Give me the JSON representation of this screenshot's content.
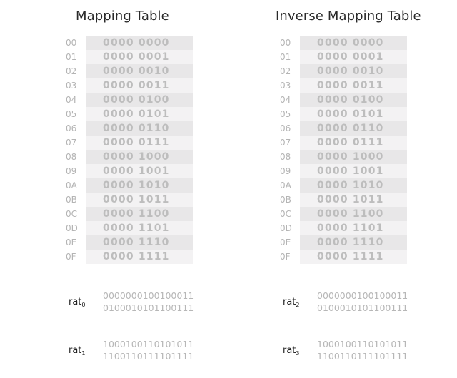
{
  "left": {
    "title": "Mapping Table",
    "rows": [
      {
        "idx": "00",
        "val": "0000 0000"
      },
      {
        "idx": "01",
        "val": "0000 0001"
      },
      {
        "idx": "02",
        "val": "0000 0010"
      },
      {
        "idx": "03",
        "val": "0000 0011"
      },
      {
        "idx": "04",
        "val": "0000 0100"
      },
      {
        "idx": "05",
        "val": "0000 0101"
      },
      {
        "idx": "06",
        "val": "0000 0110"
      },
      {
        "idx": "07",
        "val": "0000 0111"
      },
      {
        "idx": "08",
        "val": "0000 1000"
      },
      {
        "idx": "09",
        "val": "0000 1001"
      },
      {
        "idx": "0A",
        "val": "0000 1010"
      },
      {
        "idx": "0B",
        "val": "0000 1011"
      },
      {
        "idx": "0C",
        "val": "0000 1100"
      },
      {
        "idx": "0D",
        "val": "0000 1101"
      },
      {
        "idx": "0E",
        "val": "0000 1110"
      },
      {
        "idx": "0F",
        "val": "0000 1111"
      }
    ],
    "rats": [
      {
        "name": "rat",
        "sub": "0",
        "lines": [
          "0000000100100011",
          "0100010101100111"
        ]
      },
      {
        "name": "rat",
        "sub": "1",
        "lines": [
          "1000100110101011",
          "1100110111101111"
        ]
      }
    ]
  },
  "right": {
    "title": "Inverse Mapping Table",
    "rows": [
      {
        "idx": "00",
        "val": "0000 0000"
      },
      {
        "idx": "01",
        "val": "0000 0001"
      },
      {
        "idx": "02",
        "val": "0000 0010"
      },
      {
        "idx": "03",
        "val": "0000 0011"
      },
      {
        "idx": "04",
        "val": "0000 0100"
      },
      {
        "idx": "05",
        "val": "0000 0101"
      },
      {
        "idx": "06",
        "val": "0000 0110"
      },
      {
        "idx": "07",
        "val": "0000 0111"
      },
      {
        "idx": "08",
        "val": "0000 1000"
      },
      {
        "idx": "09",
        "val": "0000 1001"
      },
      {
        "idx": "0A",
        "val": "0000 1010"
      },
      {
        "idx": "0B",
        "val": "0000 1011"
      },
      {
        "idx": "0C",
        "val": "0000 1100"
      },
      {
        "idx": "0D",
        "val": "0000 1101"
      },
      {
        "idx": "0E",
        "val": "0000 1110"
      },
      {
        "idx": "0F",
        "val": "0000 1111"
      }
    ],
    "rats": [
      {
        "name": "rat",
        "sub": "2",
        "lines": [
          "0000000100100011",
          "0100010101100111"
        ]
      },
      {
        "name": "rat",
        "sub": "3",
        "lines": [
          "1000100110101011",
          "1100110111101111"
        ]
      }
    ]
  }
}
